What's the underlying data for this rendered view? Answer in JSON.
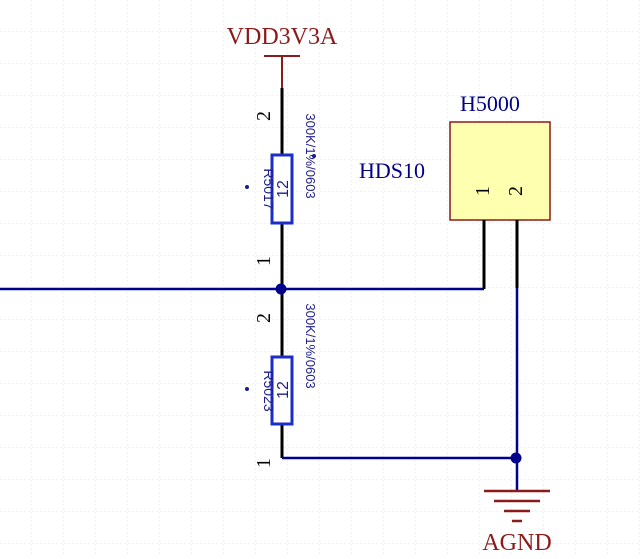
{
  "power": {
    "label": "VDD3V3A",
    "color": "#8b1a1a"
  },
  "ground": {
    "label": "AGND"
  },
  "resistors": [
    {
      "designator": "R5017",
      "value": "300K/1%/0603",
      "body_text": "12",
      "pin_top": "2",
      "pin_bottom": "1"
    },
    {
      "designator": "R5023",
      "value": "300K/1%/0603",
      "body_text": "12",
      "pin_top": "2",
      "pin_bottom": "1"
    }
  ],
  "header": {
    "designator": "H5000",
    "comment": "HDS10",
    "pin1": "1",
    "pin2": "2",
    "fill_color": "#ffffb0",
    "border_color": "#8b1a1a"
  },
  "colors": {
    "wire": "#00008b",
    "component": "#1c2ec8",
    "pin": "#000000",
    "grid": "#e4e4e4",
    "designator_text": "#1c1c8c"
  }
}
